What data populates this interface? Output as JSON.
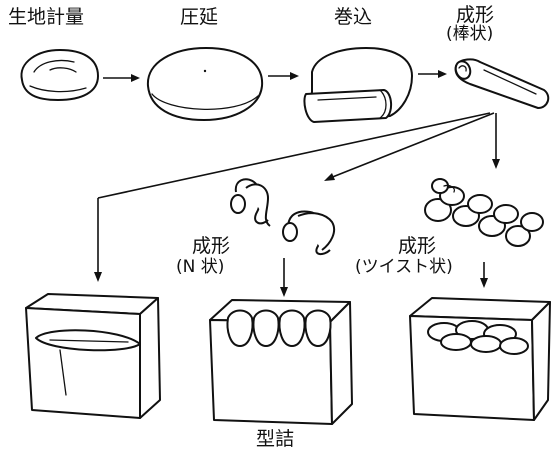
{
  "steps": {
    "weigh": "生地計量",
    "sheet": "圧延",
    "roll": "巻込",
    "shape_title": "成形",
    "shape_sub": "(棒状)",
    "n_title": "成形",
    "n_sub": "(N 状)",
    "twist_title": "成形",
    "twist_sub": "(ツイスト状)",
    "pan": "型詰"
  }
}
